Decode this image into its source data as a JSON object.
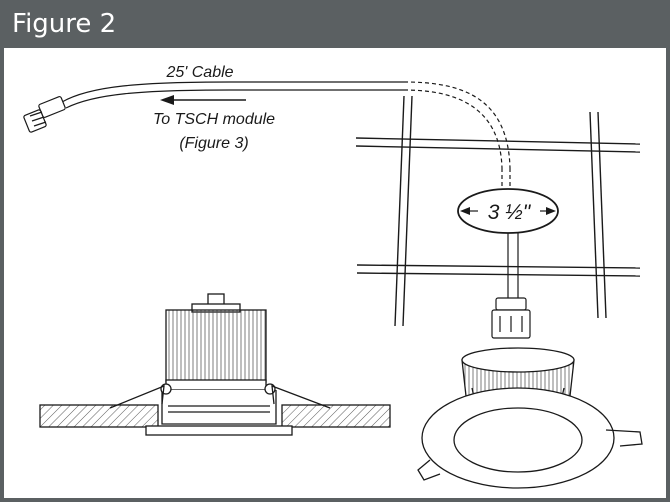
{
  "figure": {
    "title": "Figure 2"
  },
  "labels": {
    "cable": "25' Cable",
    "to_module_line1": "To TSCH module",
    "to_module_line2": "(Figure 3)",
    "cutout": "3 ½\""
  },
  "colors": {
    "header_bg": "#5b6062",
    "header_text": "#ffffff",
    "line": "#1a1a1a"
  }
}
